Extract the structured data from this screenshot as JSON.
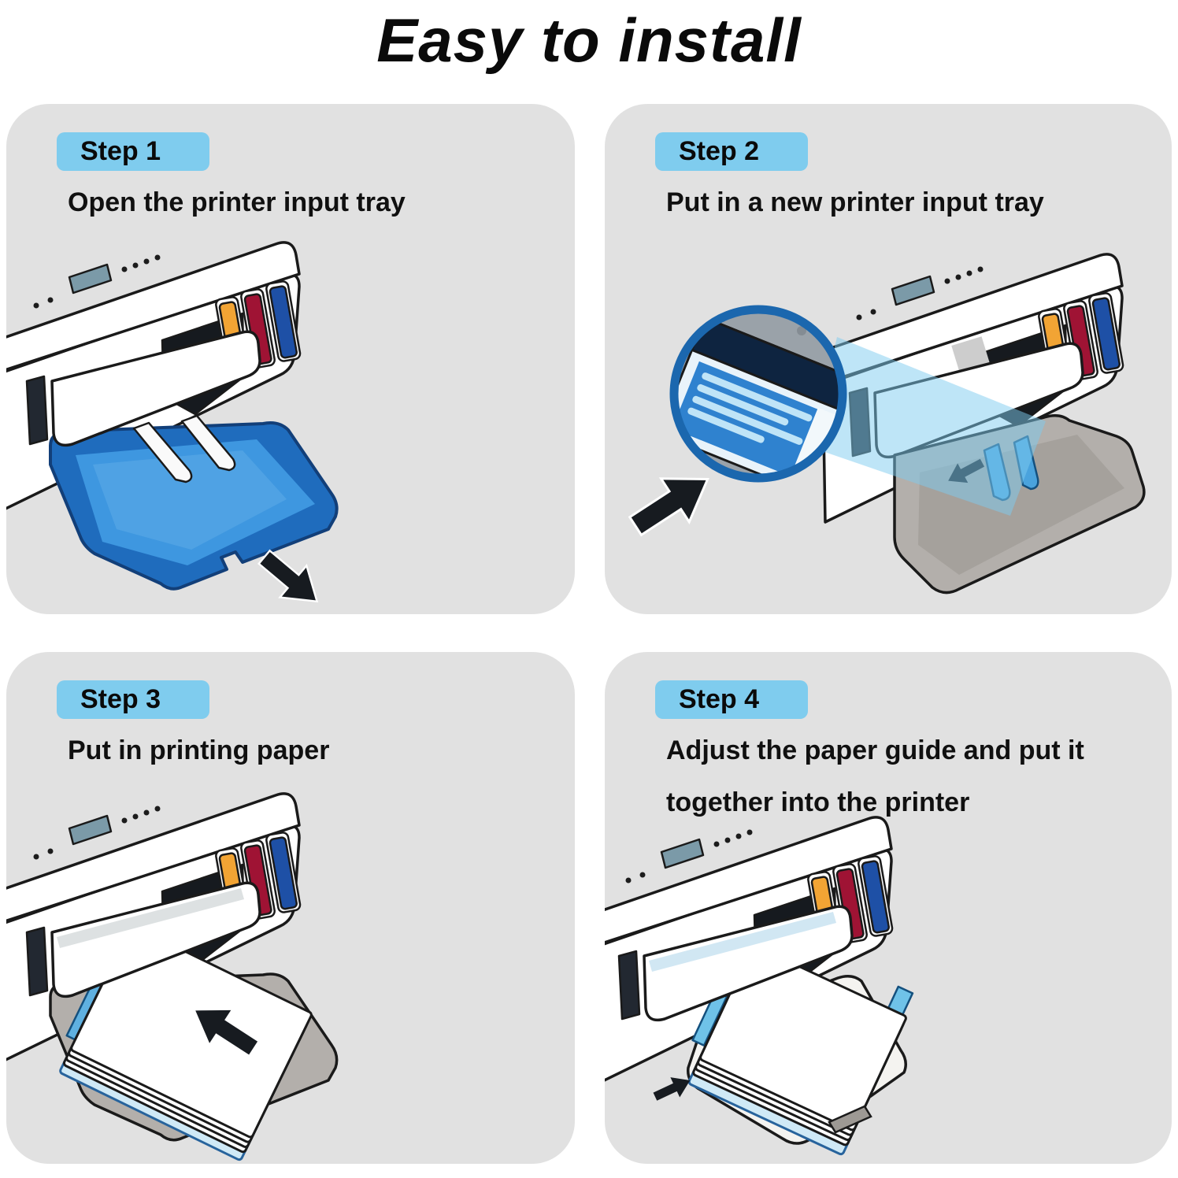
{
  "title": "Easy to install",
  "steps": [
    {
      "badge": "Step 1",
      "caption": "Open the printer input tray",
      "caption2": "",
      "illustration": "printer-with-open-blue-input-tray-and-arrow-out"
    },
    {
      "badge": "Step 2",
      "caption": "Put in a new printer input tray",
      "caption2": "",
      "illustration": "magnifier-showing-new-tray-inserted-into-printer"
    },
    {
      "badge": "Step 3",
      "caption": "Put in printing paper",
      "caption2": "",
      "illustration": "paper-stack-inserted-into-printer-tray-with-arrow"
    },
    {
      "badge": "Step 4",
      "caption": "Adjust the paper guide and put it",
      "caption2": "together into the printer",
      "illustration": "paper-guide-adjusted-tray-pushed-into-printer"
    }
  ],
  "colors": {
    "page_bg": "#ffffff",
    "panel_bg": "#e1e1e1",
    "badge_bg": "#7fccee",
    "text": "#0a0a0a",
    "outline": "#1a1a1a",
    "tray_blue_dark": "#1f6cbd",
    "tray_blue_light": "#3e97e0",
    "tray_gray": "#b3afab",
    "ink_yellow": "#f2a434",
    "ink_red": "#9f1334",
    "ink_blue": "#1e50a6",
    "magnifier_ring": "#1b67ae",
    "beam_blue": "#7ecbef",
    "guide_blue": "#6fc2e8",
    "display_teal": "#7b9aa8",
    "arrow_black": "#171b20"
  }
}
